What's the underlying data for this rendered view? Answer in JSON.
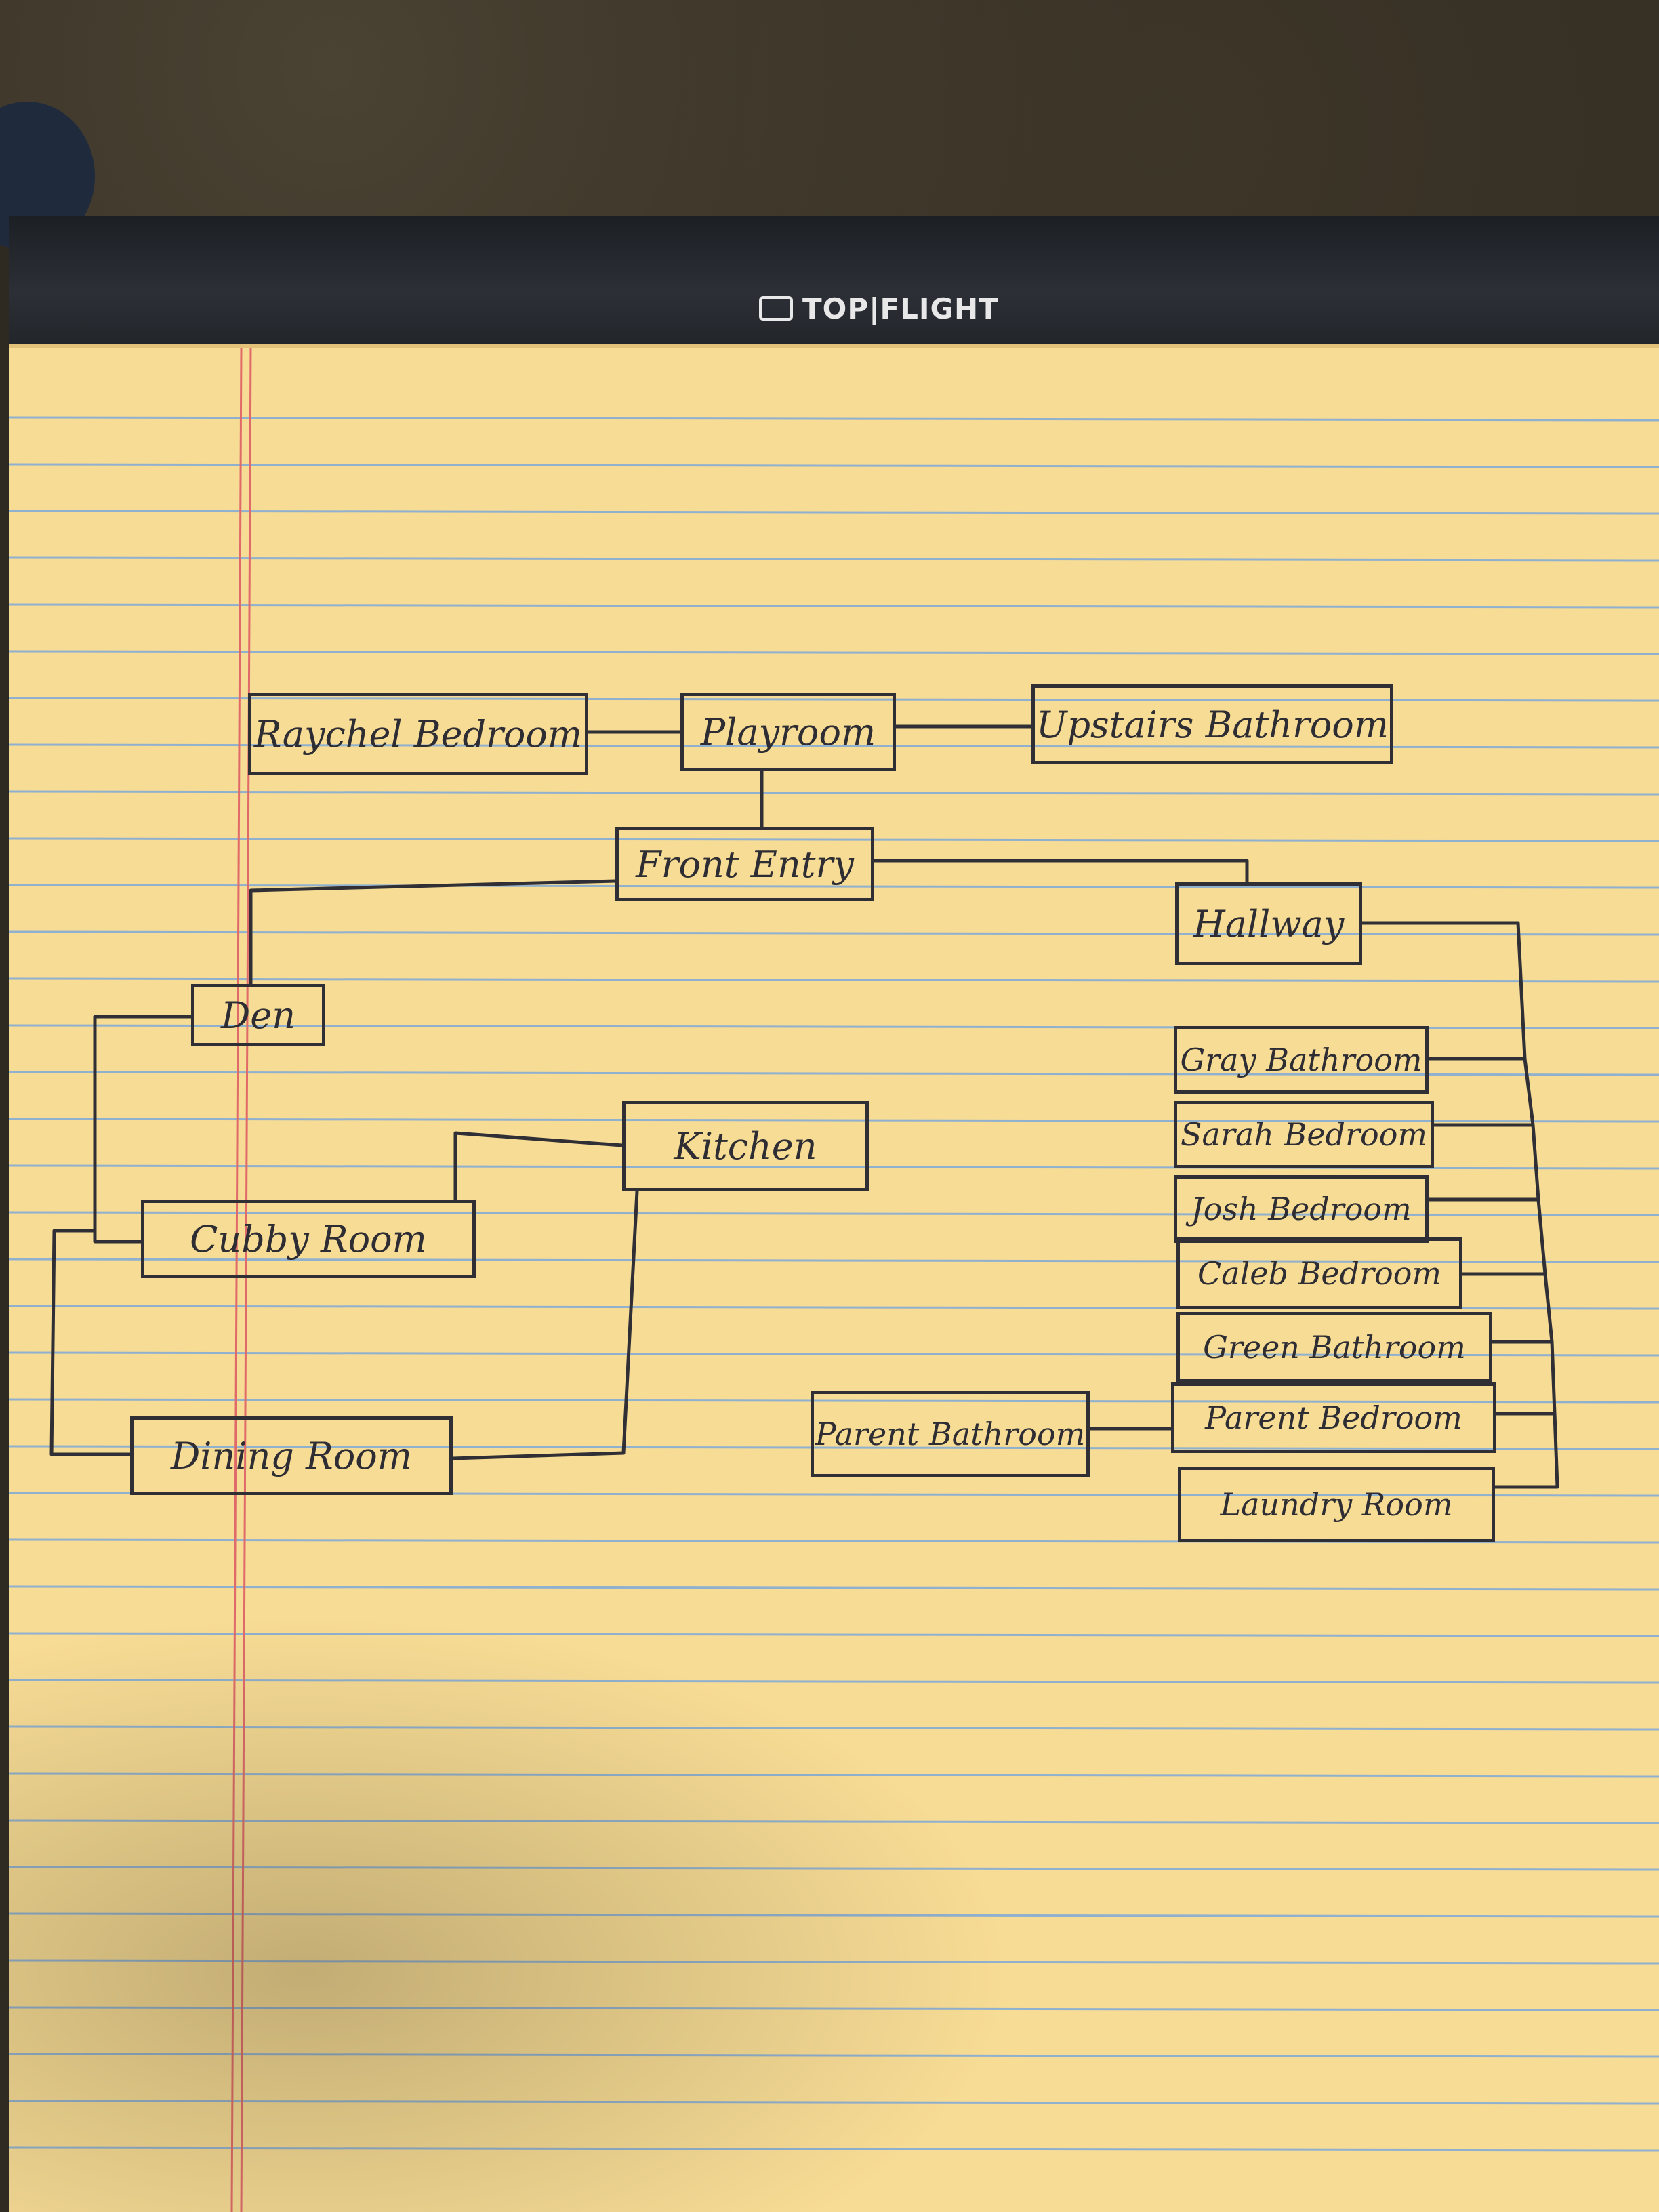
{
  "brand": {
    "name": "TOP|FLIGHT"
  },
  "colors": {
    "paper": "#f7dc95",
    "rule_line": "#8fb0cf",
    "margin_line": "#e06a6a",
    "ink": "#2f2f35"
  },
  "rooms": {
    "raychel_bedroom": "Raychel Bedroom",
    "playroom": "Playroom",
    "upstairs_bathroom": "Upstairs Bathroom",
    "front_entry": "Front Entry",
    "hallway": "Hallway",
    "den": "Den",
    "kitchen": "Kitchen",
    "cubby_room": "Cubby Room",
    "dining_room": "Dining Room",
    "gray_bathroom": "Gray Bathroom",
    "sarah_bedroom": "Sarah Bedroom",
    "josh_bedroom": "Josh Bedroom",
    "caleb_bedroom": "Caleb Bedroom",
    "green_bathroom": "Green Bathroom",
    "parent_bedroom": "Parent Bedroom",
    "parent_bathroom": "Parent Bathroom",
    "laundry_room": "Laundry Room"
  },
  "connections": [
    [
      "raychel_bedroom",
      "playroom"
    ],
    [
      "playroom",
      "upstairs_bathroom"
    ],
    [
      "playroom",
      "front_entry"
    ],
    [
      "front_entry",
      "den"
    ],
    [
      "front_entry",
      "hallway"
    ],
    [
      "den",
      "cubby_room"
    ],
    [
      "den",
      "dining_room"
    ],
    [
      "cubby_room",
      "kitchen"
    ],
    [
      "kitchen",
      "dining_room"
    ],
    [
      "hallway",
      "gray_bathroom"
    ],
    [
      "hallway",
      "sarah_bedroom"
    ],
    [
      "hallway",
      "josh_bedroom"
    ],
    [
      "hallway",
      "caleb_bedroom"
    ],
    [
      "hallway",
      "green_bathroom"
    ],
    [
      "hallway",
      "parent_bedroom"
    ],
    [
      "hallway",
      "laundry_room"
    ],
    [
      "parent_bathroom",
      "parent_bedroom"
    ]
  ]
}
